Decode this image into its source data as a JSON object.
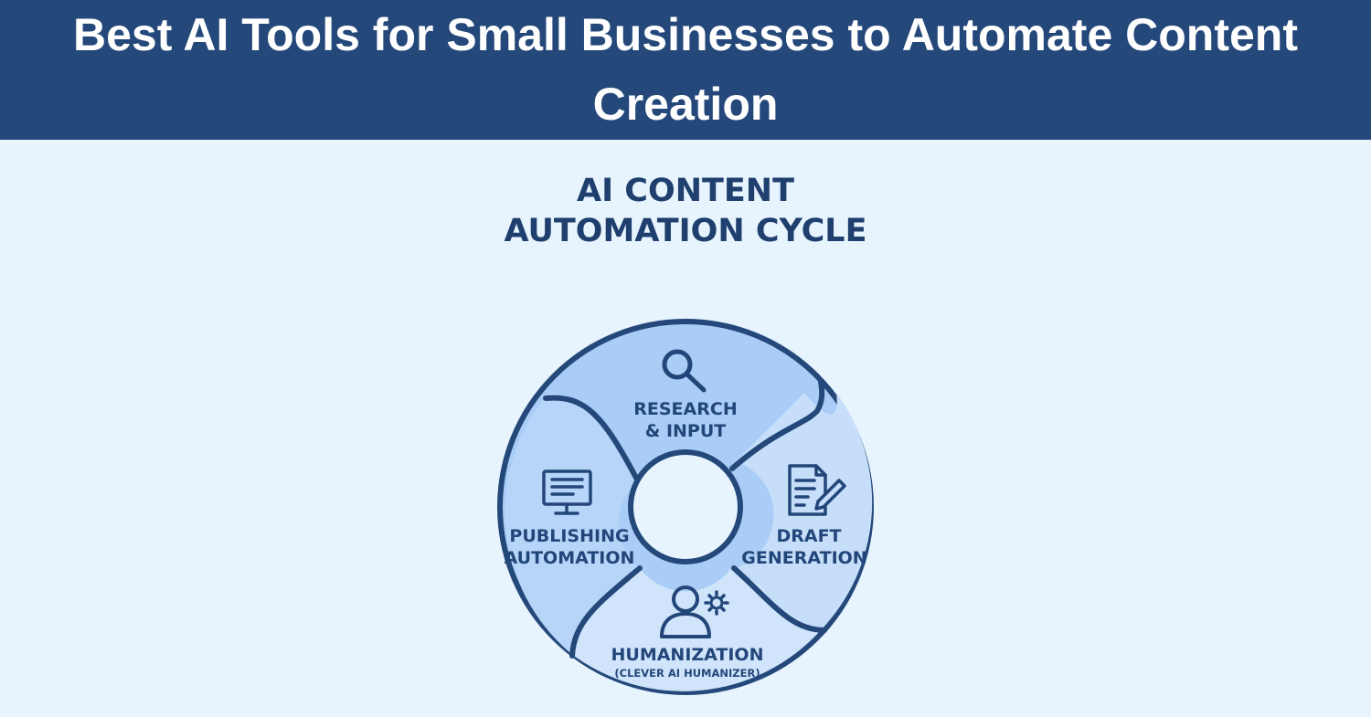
{
  "header": {
    "title": "Best AI Tools for Small Businesses to Automate Content Creation"
  },
  "diagram": {
    "title_lines": [
      "AI CONTENT",
      "AUTOMATION CYCLE"
    ],
    "segments": [
      {
        "icon": "magnifier-icon",
        "lines": [
          "RESEARCH",
          "& INPUT"
        ]
      },
      {
        "icon": "document-pencil-icon",
        "lines": [
          "DRAFT",
          "GENERATION"
        ]
      },
      {
        "icon": "person-gear-icon",
        "lines": [
          "HUMANIZATION",
          "(CLEVER AI HUMANIZER)"
        ]
      },
      {
        "icon": "monitor-icon",
        "lines": [
          "PUBLISHING",
          "AUTOMATION"
        ]
      }
    ]
  },
  "colors": {
    "banner": "#24487a",
    "background": "#e7f4fd",
    "ring_outline": "#24487a",
    "segment_fill_dark": "#a9cdf6",
    "segment_fill_light": "#c6def9",
    "text": "#23467a"
  }
}
